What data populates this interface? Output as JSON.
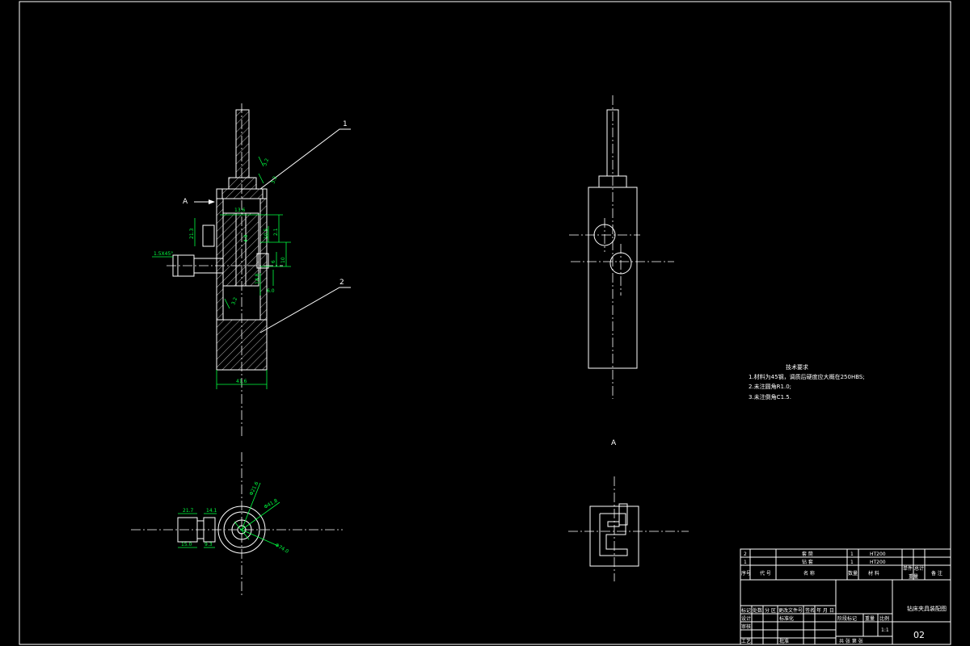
{
  "drawing": {
    "view_label_top": "A",
    "view_label_section": "A",
    "balloons": [
      "1",
      "2"
    ],
    "chamfer_note": "1.5X45°",
    "dims_main": {
      "roughness_1": "3.2",
      "roughness_2": "3.2",
      "roughness_3": "3.2",
      "d_top": "13.6",
      "d_left_v": "21.3",
      "d_right_1": "2.1",
      "d_right_2": "10.5",
      "d_right_3": "6",
      "d_right_4": "10",
      "d_right_5": "14.8",
      "d_right_6": "6.0",
      "d_inner": "4.8",
      "d_bottom": "41.6"
    },
    "dims_bottom": {
      "w1": "21.7",
      "w2": "14.1",
      "w3": "15.0",
      "w4": "9.3",
      "dia1": "Φ21.6",
      "dia2": "Φ41.8",
      "dia3": "Φ74.0"
    }
  },
  "tech_requirements": {
    "title": "技术要求",
    "lines": [
      "1.材料为45钢，调质后硬度应大概在250HBS;",
      "2.未注圆角R1.0;",
      "3.未注倒角C1.5."
    ]
  },
  "title_block": {
    "bom_rows": [
      {
        "no": "2",
        "name": "套 筒",
        "qty": "1",
        "material": "HT200"
      },
      {
        "no": "1",
        "name": "钻 套",
        "qty": "1",
        "material": "HT200"
      }
    ],
    "bom_header": {
      "no": "序号",
      "code": "代 号",
      "name": "名 称",
      "qty": "数量",
      "material": "材 料",
      "unit_weight": "单件",
      "total_weight": "总计",
      "weight": "重量",
      "remark": "备 注"
    },
    "drawing_name": "钻床夹具装配图",
    "drawing_no": "02",
    "rev_headers": [
      "标记",
      "处数",
      "分 区",
      "更改文件号",
      "签名",
      "年 月 日"
    ],
    "roles": [
      "设计",
      "审核",
      "工艺"
    ],
    "standardization": "标准化",
    "approve": "批准",
    "stage_marks": "阶段标记",
    "weight_label": "重量",
    "scale_label": "比例",
    "scale": "1:1",
    "sheets": "共  张  第  张"
  }
}
